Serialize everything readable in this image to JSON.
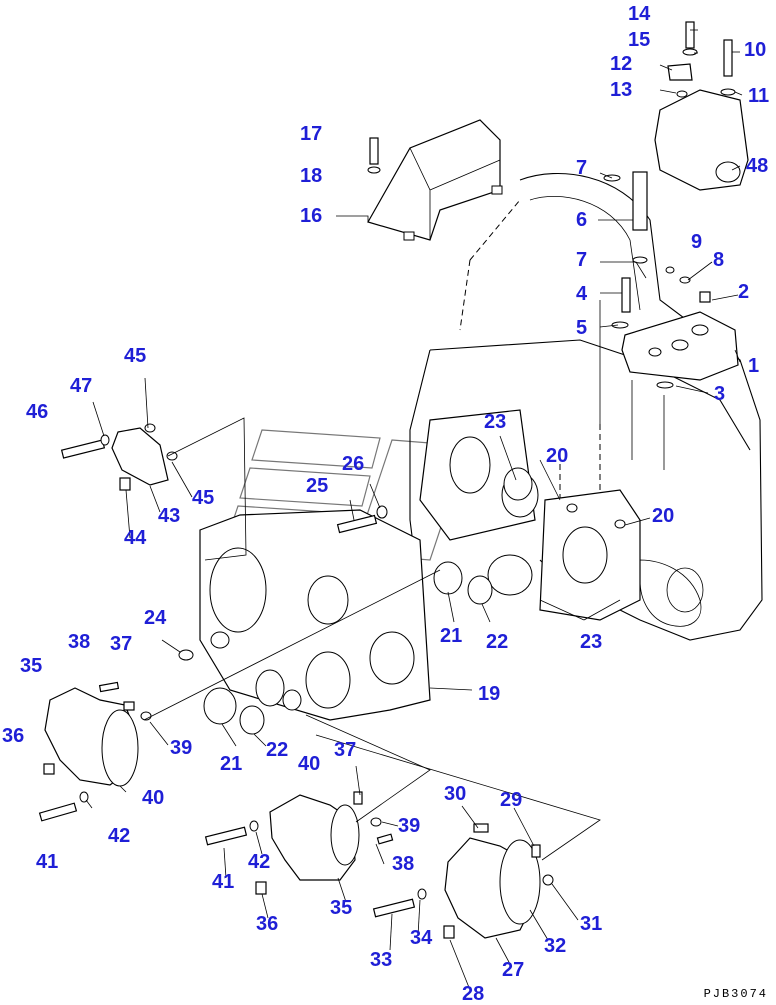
{
  "callouts": {
    "c1": "1",
    "c2": "2",
    "c3": "3",
    "c4": "4",
    "c5": "5",
    "c6": "6",
    "c7a": "7",
    "c7b": "7",
    "c8": "8",
    "c9": "9",
    "c10": "10",
    "c11": "11",
    "c12": "12",
    "c13": "13",
    "c14": "14",
    "c15": "15",
    "c16": "16",
    "c17": "17",
    "c18": "18",
    "c19": "19",
    "c20a": "20",
    "c20b": "20",
    "c21a": "21",
    "c21b": "21",
    "c22a": "22",
    "c22b": "22",
    "c23a": "23",
    "c23b": "23",
    "c24": "24",
    "c25": "25",
    "c26": "26",
    "c27": "27",
    "c28": "28",
    "c29": "29",
    "c30": "30",
    "c31": "31",
    "c32": "32",
    "c33": "33",
    "c34": "34",
    "c35a": "35",
    "c35b": "35",
    "c36a": "36",
    "c36b": "36",
    "c37a": "37",
    "c37b": "37",
    "c38a": "38",
    "c38b": "38",
    "c39a": "39",
    "c39b": "39",
    "c40a": "40",
    "c40b": "40",
    "c41a": "41",
    "c41b": "41",
    "c42a": "42",
    "c42b": "42",
    "c43": "43",
    "c44": "44",
    "c45a": "45",
    "c45b": "45",
    "c46": "46",
    "c47": "47",
    "c48": "48"
  },
  "drawing_code": "PJB3074",
  "colors": {
    "callout": "#1f1fd6",
    "line": "#000000",
    "watermark": "#777777"
  }
}
